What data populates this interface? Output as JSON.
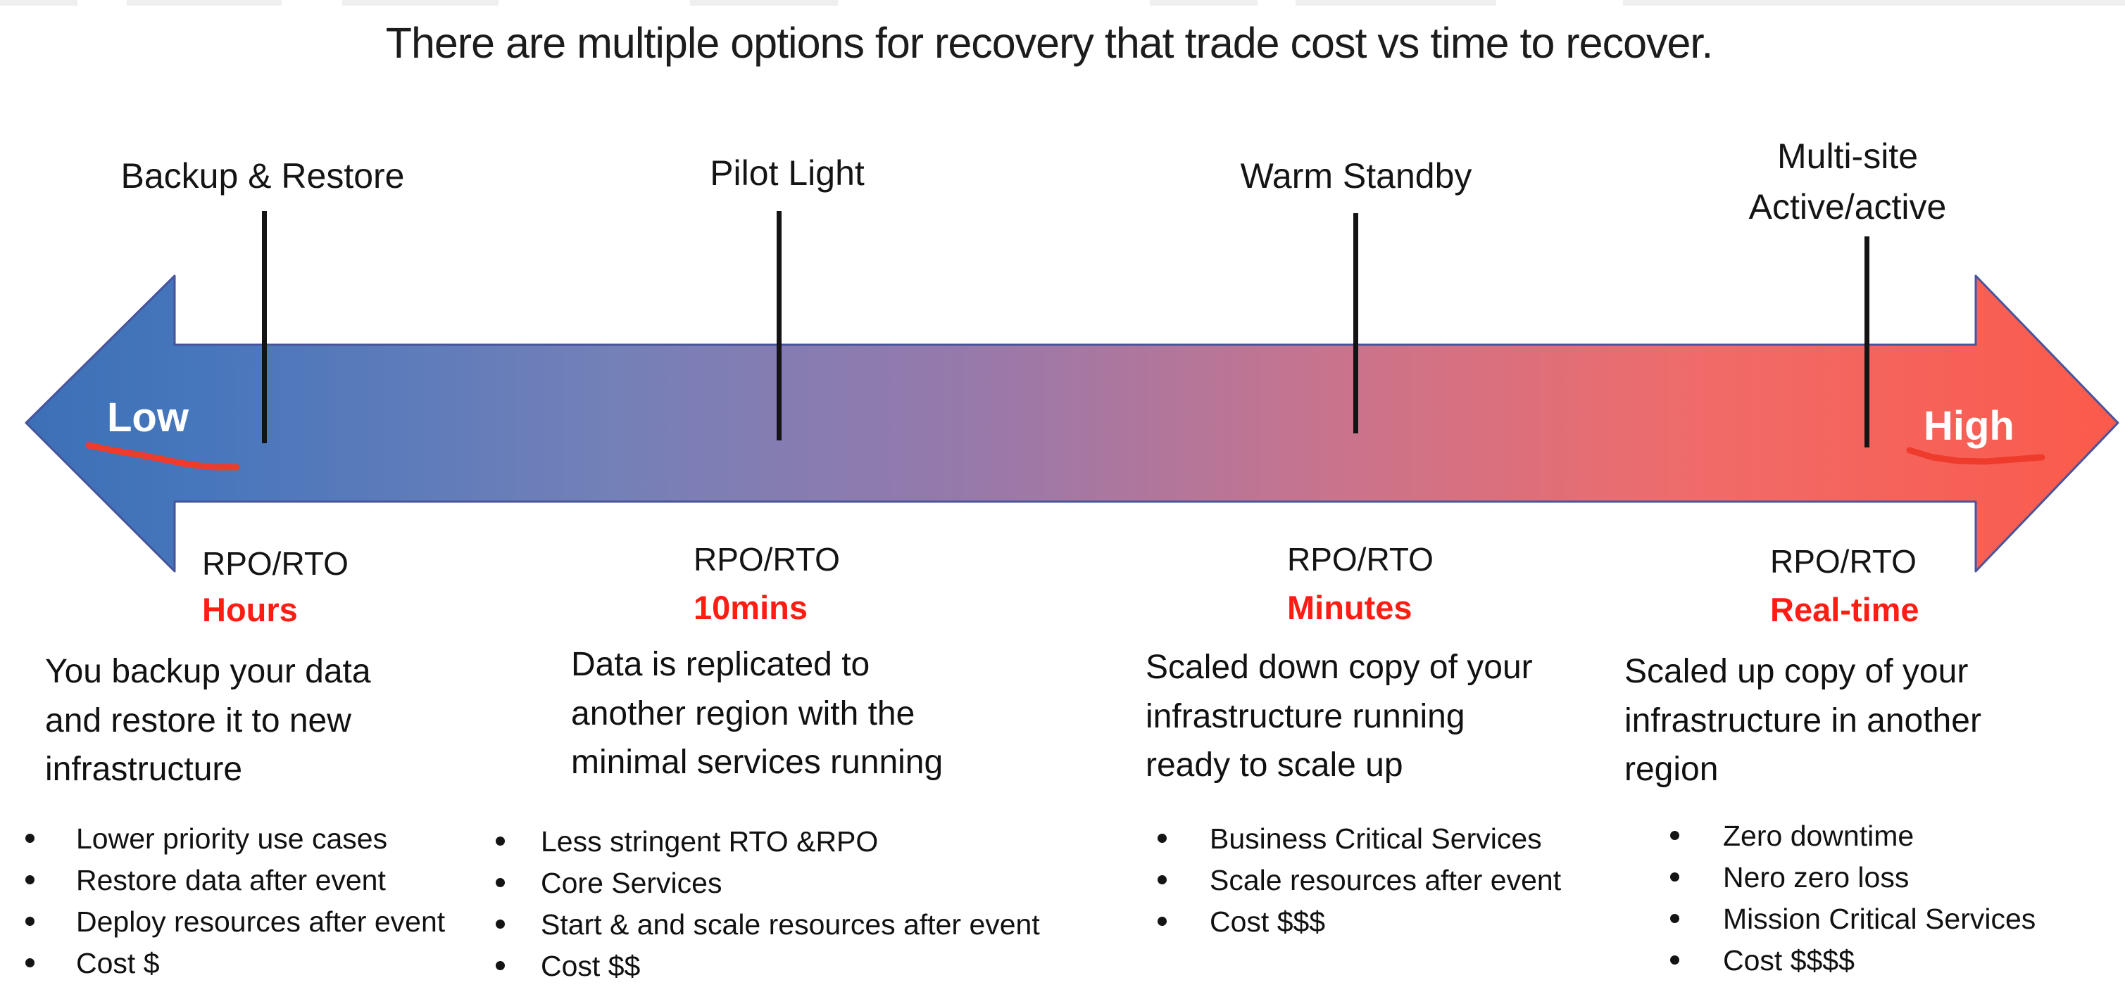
{
  "title": "There are multiple options for recovery that trade cost vs time to recover.",
  "axis": {
    "low": "Low",
    "high": "High"
  },
  "options": [
    {
      "name": "Backup & Restore",
      "rpo_label": "RPO/RTO",
      "rpo_value": "Hours",
      "description": "You backup your data\nand restore it to new\ninfrastructure",
      "bullets": [
        "Lower priority use cases",
        "Restore data after event",
        "Deploy resources after event",
        "Cost $"
      ]
    },
    {
      "name": "Pilot Light",
      "rpo_label": "RPO/RTO",
      "rpo_value": "10mins",
      "description": "Data is replicated to\nanother region with the\nminimal services running",
      "bullets": [
        "Less stringent RTO &RPO",
        "Core Services",
        "Start & and scale resources after event",
        "Cost $$"
      ]
    },
    {
      "name": "Warm Standby",
      "rpo_label": "RPO/RTO",
      "rpo_value": "Minutes",
      "description": "Scaled down copy of your\ninfrastructure running\nready to scale up",
      "bullets": [
        "Business Critical Services",
        "Scale resources after event",
        "Cost $$$"
      ]
    },
    {
      "name": "Multi-site\nActive/active",
      "rpo_label": "RPO/RTO",
      "rpo_value": "Real-time",
      "description": "Scaled up copy of your\ninfrastructure in another\nregion",
      "bullets": [
        "Zero downtime",
        "Nero zero loss",
        "Mission Critical Services",
        "Cost $$$$"
      ]
    }
  ],
  "colors": {
    "gradient_left_blue": "#3c70b6",
    "gradient_mid_purple": "#9779ab",
    "gradient_right_red": "#fb5a4b",
    "arrow_outline": "#47549b",
    "rpo_value_red": "#fe1d12",
    "scribble_red": "#ee3b2c"
  }
}
